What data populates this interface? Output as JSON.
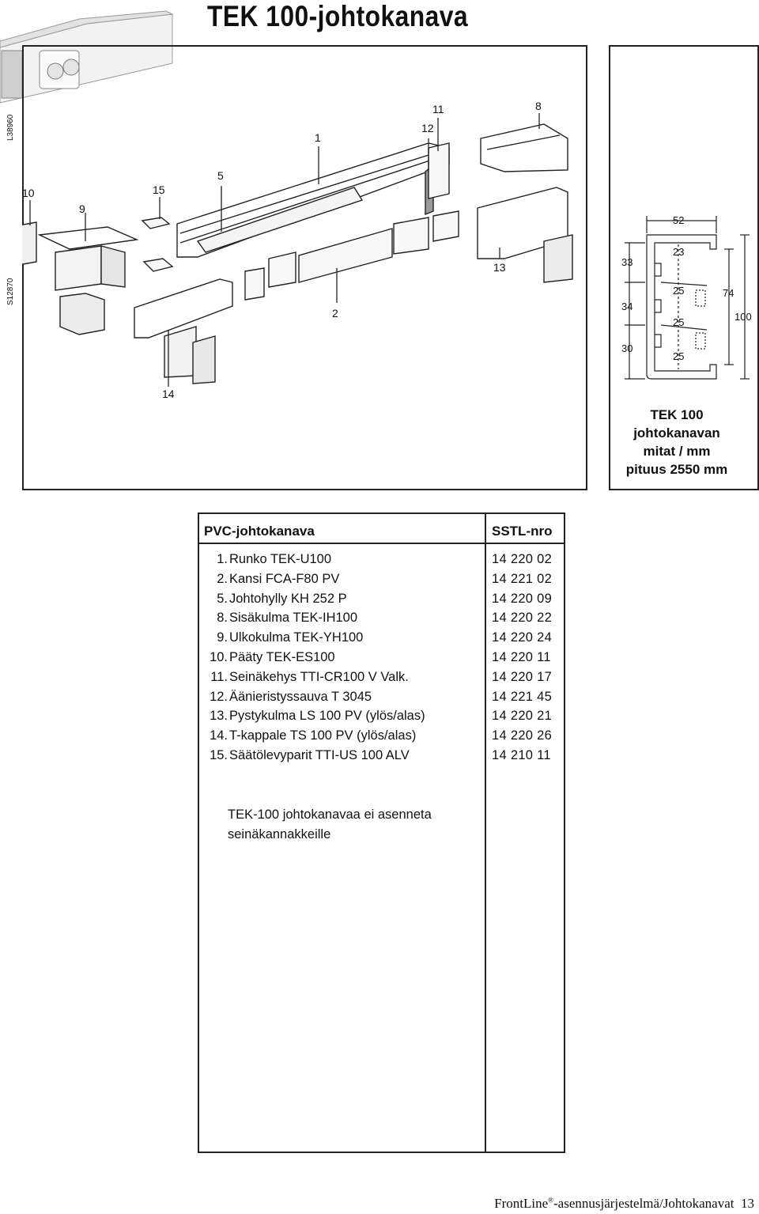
{
  "title": "TEK 100-johtokanava",
  "side_codes": {
    "top": "L38960",
    "bottom": "S12870"
  },
  "callouts": {
    "c10": "10",
    "c9": "9",
    "c15": "15",
    "c5": "5",
    "c1": "1",
    "c12": "12",
    "c11": "11",
    "c8": "8",
    "c13": "13",
    "c2": "2",
    "c14": "14"
  },
  "dimensions": {
    "width_top": "52",
    "inner_top": "23",
    "left_a": "33",
    "left_b": "34",
    "left_c": "30",
    "inner_a": "25",
    "inner_b": "25",
    "inner_c": "25",
    "height_inner": "74",
    "height_total": "100"
  },
  "caption": {
    "line1": "TEK 100",
    "line2": "johtokanavan",
    "line3": "mitat / mm",
    "line4": "pituus 2550 mm"
  },
  "table": {
    "header_name": "PVC-johtokanava",
    "header_code": "SSTL-nro",
    "rows": [
      {
        "num": "1.",
        "name": "Runko TEK-U100",
        "code": "14 220 02"
      },
      {
        "num": "2.",
        "name": "Kansi FCA-F80 PV",
        "code": "14 221 02"
      },
      {
        "num": "5.",
        "name": "Johtohylly KH 252 P",
        "code": "14 220 09"
      },
      {
        "num": "8.",
        "name": "Sisäkulma TEK-IH100",
        "code": "14 220 22"
      },
      {
        "num": "9.",
        "name": "Ulkokulma TEK-YH100",
        "code": "14 220 24"
      },
      {
        "num": "10.",
        "name": "Pääty TEK-ES100",
        "code": "14 220 11"
      },
      {
        "num": "11.",
        "name": "Seinäkehys TTI-CR100 V Valk.",
        "code": "14 220 17"
      },
      {
        "num": "12.",
        "name": "Äänieristyssauva T 3045",
        "code": "14 221 45"
      },
      {
        "num": "13.",
        "name": "Pystykulma LS 100 PV (ylös/alas)",
        "code": "14 220 21"
      },
      {
        "num": "14.",
        "name": "T-kappale TS 100 PV (ylös/alas)",
        "code": "14 220 26"
      },
      {
        "num": "15.",
        "name": "Säätölevyparit TTI-US 100 ALV",
        "code": "14 210 11"
      }
    ],
    "note_line1": "TEK-100 johtokanavaa ei asenneta",
    "note_line2": "seinäkannakkeille"
  },
  "footer": {
    "brand": "FrontLine",
    "mark": "®",
    "text": "-asennusjärjestelmä/Johtokanavat",
    "page": "13"
  }
}
